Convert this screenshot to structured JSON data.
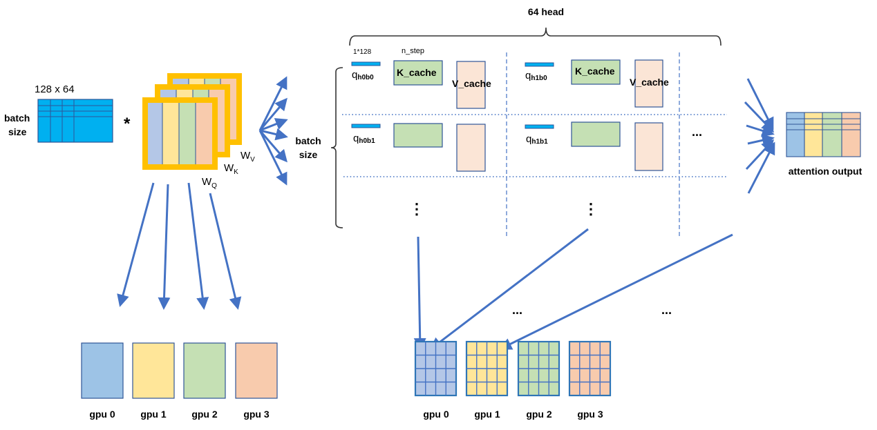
{
  "colors": {
    "arrow": "#4472c4",
    "input_matrix": "#00b0f0",
    "matrix_border": "#2f5597",
    "weight_frame": "#ffc000",
    "blue": "#9dc3e6",
    "blue_light": "#b4c7e7",
    "yellow": "#ffe699",
    "green": "#c5e0b4",
    "orange": "#f8cbad",
    "vcache": "#fbe5d6",
    "gpu_border": "#2e75b6"
  },
  "input": {
    "dim_label": "128 x 64",
    "batch_label_line1": "batch",
    "batch_label_line2": "size",
    "multiply_symbol": "*"
  },
  "weights": {
    "wq": {
      "main": "W",
      "sub": "Q"
    },
    "wk": {
      "main": "W",
      "sub": "K"
    },
    "wv": {
      "main": "W",
      "sub": "V"
    }
  },
  "cache_grid": {
    "heads_label": "64 head",
    "q_dim_label": "1*128",
    "n_step_label": "n_step",
    "batch_label_line1": "batch",
    "batch_label_line2": "size",
    "k_cache_label": "K_cache",
    "v_cache_label": "V_cache",
    "queries": [
      {
        "main": "q",
        "sub": "h0b0"
      },
      {
        "main": "q",
        "sub": "h1b0"
      },
      {
        "main": "q",
        "sub": "h0b1"
      },
      {
        "main": "q",
        "sub": "h1b1"
      }
    ],
    "ellipsis_h": "...",
    "ellipsis_v": "⋮"
  },
  "output": {
    "label": "attention output"
  },
  "gpus_left": [
    {
      "label": "gpu 0"
    },
    {
      "label": "gpu 1"
    },
    {
      "label": "gpu 2"
    },
    {
      "label": "gpu 3"
    }
  ],
  "gpus_right": [
    {
      "label": "gpu 0"
    },
    {
      "label": "gpu 1"
    },
    {
      "label": "gpu 2"
    },
    {
      "label": "gpu 3"
    }
  ],
  "bottom_ellipsis": "..."
}
